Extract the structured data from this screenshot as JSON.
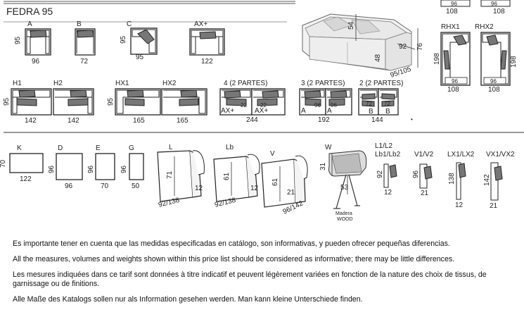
{
  "title": "FEDRA 95",
  "top_row": [
    {
      "code": "A",
      "width": "96",
      "depth": "95"
    },
    {
      "code": "B",
      "width": "72"
    },
    {
      "code": "C",
      "width": "95",
      "depth": "95"
    },
    {
      "code": "AX+",
      "width": "122"
    }
  ],
  "photo_dims": {
    "back": "54",
    "depth": "92",
    "height": "76",
    "seat": "48",
    "side": "95/105"
  },
  "corner_top": [
    {
      "code": "RHX1",
      "width": "108",
      "depth": "198",
      "inner": "96"
    },
    {
      "code": "RHX2",
      "width": "108",
      "inner": "96"
    }
  ],
  "corner_top_cut": [
    "96",
    "108",
    "96",
    "108"
  ],
  "side_mark": "198",
  "second_row": [
    {
      "code": "H1",
      "width": "142",
      "depth": "95"
    },
    {
      "code": "H2",
      "width": "142"
    },
    {
      "code": "HX1",
      "width": "165",
      "depth": "95"
    },
    {
      "code": "HX2",
      "width": "165"
    }
  ],
  "sets": [
    {
      "code": "4 (2 PARTES)",
      "width": "244",
      "parts": [
        "AX+",
        "22",
        "22",
        "AX+"
      ]
    },
    {
      "code": "3 (2 PARTES)",
      "width": "192",
      "parts": [
        "A",
        "96",
        "96",
        "A"
      ]
    },
    {
      "code": "2 (2 PARTES)",
      "width": "144",
      "parts": [
        "B",
        "72",
        "72",
        "B"
      ]
    }
  ],
  "small_dot": "•",
  "bottom_row": [
    {
      "code": "K",
      "width": "122",
      "depth": "70"
    },
    {
      "code": "D",
      "width": "96",
      "depth": "96"
    },
    {
      "code": "E",
      "width": "70",
      "depth": "96"
    },
    {
      "code": "G",
      "width": "50",
      "depth": "96"
    }
  ],
  "chaise": [
    {
      "code": "L",
      "height": "71",
      "arm": "12",
      "diag": "92/138"
    },
    {
      "code": "Lb",
      "height": "61",
      "arm": "12",
      "diag": "92/138"
    },
    {
      "code": "V",
      "height": "61",
      "arm": "21",
      "diag": "96/142"
    }
  ],
  "headrest": {
    "code": "W",
    "height": "31",
    "depth": "53",
    "material": "Madera\nWOOD"
  },
  "cushions": [
    {
      "code": "L1/L2\nLb1/Lb2",
      "height": "92",
      "width": "12"
    },
    {
      "code": "V1/V2",
      "height": "96",
      "width": "21"
    },
    {
      "code": "LX1/LX2",
      "height": "138",
      "width": "12"
    },
    {
      "code": "VX1/VX2",
      "height": "142",
      "width": "21"
    }
  ],
  "notes": [
    "Es importante tener en cuenta que las medidas especificadas en catálogo, son informativas, y pueden ofrecer pequeñas diferencias.",
    "All the measures, volumes and weights shown within this price list should be considered as informative; there may be little differences.",
    "Les mesures indiquées dans ce tarif sont données à titre indicatif et peuvent légèrement variées en fonction de la nature des choix de tissus, de garnissage ou de finitions.",
    "Alle Maße des Katalogs sollen nur als Information gesehen werden. Man kann kleine Unterschiede finden."
  ]
}
